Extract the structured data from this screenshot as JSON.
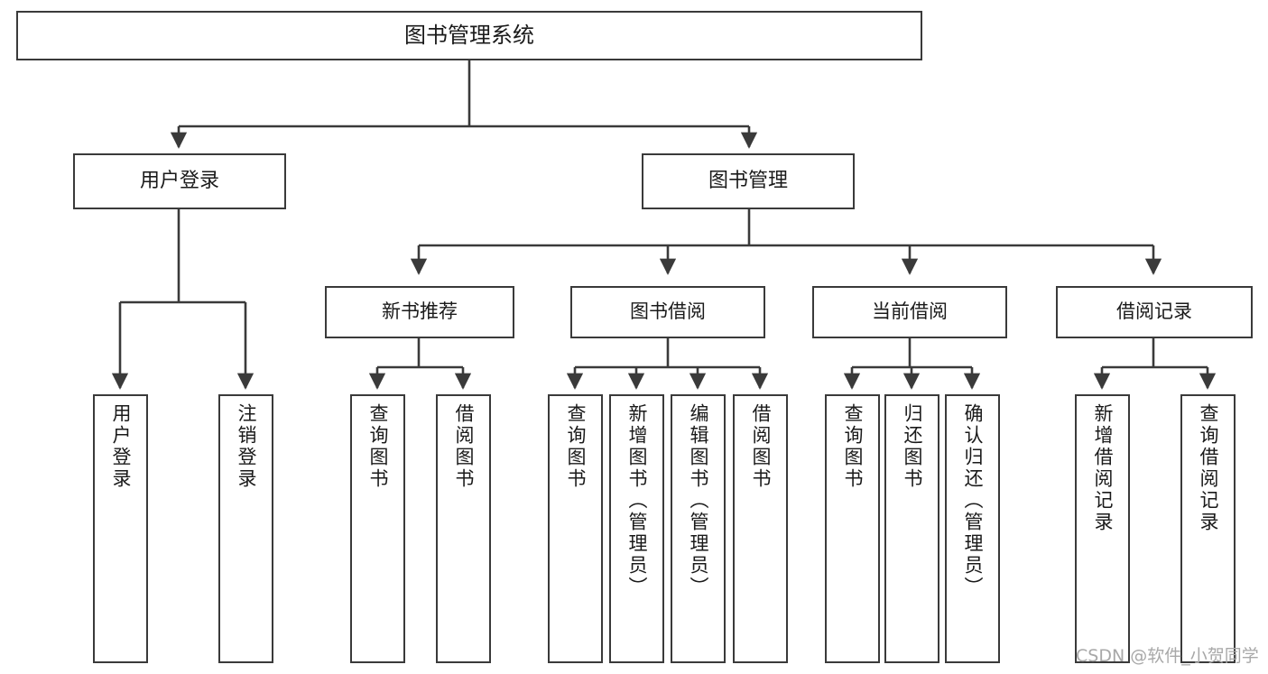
{
  "diagram": {
    "title": "图书管理系统",
    "watermark": "CSDN @软件_小贺同学",
    "stroke_color": "#3a3a3a",
    "background_color": "#ffffff",
    "text_color": "#1a1a1a",
    "nodes": {
      "root": "图书管理系统",
      "level1": [
        {
          "label": "用户登录"
        },
        {
          "label": "图书管理"
        }
      ],
      "level2": [
        {
          "label": "新书推荐"
        },
        {
          "label": "图书借阅"
        },
        {
          "label": "当前借阅"
        },
        {
          "label": "借阅记录"
        }
      ],
      "leaves_user_login": [
        {
          "label": "用户登录"
        },
        {
          "label": "注销登录"
        }
      ],
      "leaves_new_book": [
        {
          "label": "查询图书"
        },
        {
          "label": "借阅图书"
        }
      ],
      "leaves_borrow": [
        {
          "label": "查询图书"
        },
        {
          "label": "新增图书（管理员）"
        },
        {
          "label": "编辑图书（管理员）"
        },
        {
          "label": "借阅图书"
        }
      ],
      "leaves_current": [
        {
          "label": "查询图书"
        },
        {
          "label": "归还图书"
        },
        {
          "label": "确认归还（管理员）"
        }
      ],
      "leaves_record": [
        {
          "label": "新增借阅记录"
        },
        {
          "label": "查询借阅记录"
        }
      ]
    }
  }
}
